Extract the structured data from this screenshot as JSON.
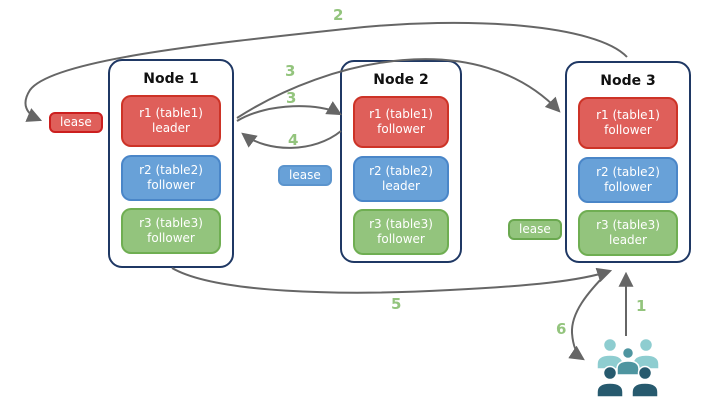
{
  "diagram": {
    "nodes": [
      {
        "title": "Node 1",
        "replicas": [
          {
            "name": "r1 (table1)",
            "role": "leader"
          },
          {
            "name": "r2 (table2)",
            "role": "follower"
          },
          {
            "name": "r3 (table3)",
            "role": "follower"
          }
        ]
      },
      {
        "title": "Node 2",
        "replicas": [
          {
            "name": "r1 (table1)",
            "role": "follower"
          },
          {
            "name": "r2 (table2)",
            "role": "leader"
          },
          {
            "name": "r3 (table3)",
            "role": "follower"
          }
        ]
      },
      {
        "title": "Node 3",
        "replicas": [
          {
            "name": "r1 (table1)",
            "role": "follower"
          },
          {
            "name": "r2 (table2)",
            "role": "follower"
          },
          {
            "name": "r3 (table3)",
            "role": "leader"
          }
        ]
      }
    ],
    "leases": [
      {
        "label": "lease",
        "color": "#df5f5a"
      },
      {
        "label": "lease",
        "color": "#68a1d8"
      },
      {
        "label": "lease",
        "color": "#93c47d"
      }
    ],
    "steps": {
      "s1": "1",
      "s2": "2",
      "s3a": "3",
      "s3b": "3",
      "s4": "4",
      "s5": "5",
      "s6": "6"
    },
    "icons": {
      "users": "users-icon"
    },
    "colors": {
      "replica_red": "#df5f5a",
      "replica_blue": "#68a1d8",
      "replica_green": "#93c47d",
      "node_border": "#1f3864",
      "arrow": "#666666",
      "step_label": "#93c47d",
      "users_light": "#8ecdd0",
      "users_mid": "#4e95a0",
      "users_dark": "#275a6e"
    }
  }
}
